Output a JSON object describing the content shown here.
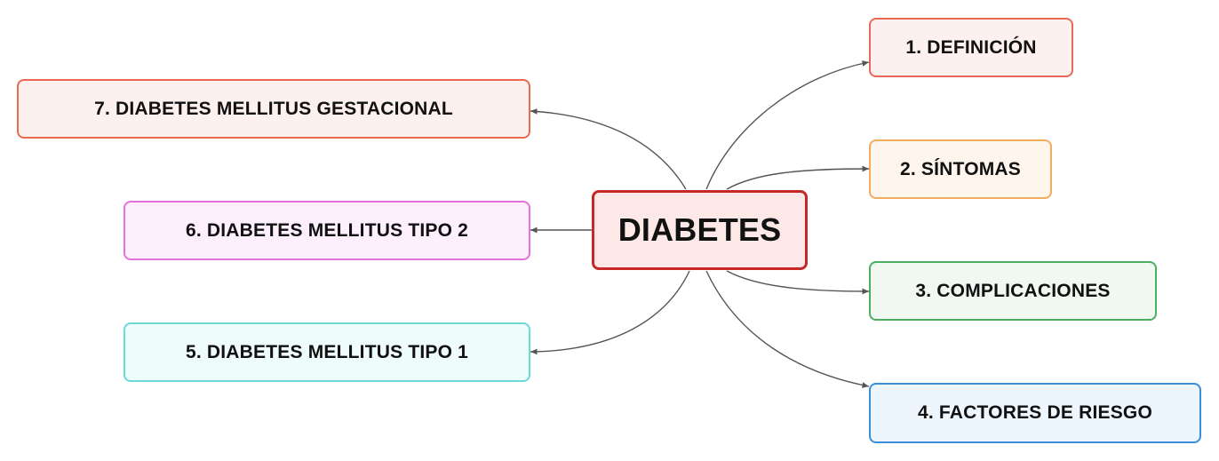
{
  "central": {
    "label": "DIABETES",
    "border_color": "#c62828",
    "fill_color": "#fde8e8"
  },
  "branches": [
    {
      "id": "definicion",
      "label": "1. DEFINICIÓN",
      "side": "right",
      "border_color": "#e8685a",
      "fill_color": "#fdf1ef"
    },
    {
      "id": "sintomas",
      "label": "2. SÍNTOMAS",
      "side": "right",
      "border_color": "#f2ac5e",
      "fill_color": "#fef6ec"
    },
    {
      "id": "complicaciones",
      "label": "3. COMPLICACIONES",
      "side": "right",
      "border_color": "#4caf5f",
      "fill_color": "#f0f8f1"
    },
    {
      "id": "factores",
      "label": "4. FACTORES DE RIESGO",
      "side": "right",
      "border_color": "#3b8fd6",
      "fill_color": "#eef6fd"
    },
    {
      "id": "tipo1",
      "label": "5. DIABETES MELLITUS TIPO 1",
      "side": "left",
      "border_color": "#6fd9d8",
      "fill_color": "#eefcfb"
    },
    {
      "id": "tipo2",
      "label": "6. DIABETES MELLITUS TIPO 2",
      "side": "left",
      "border_color": "#e472dc",
      "fill_color": "#fdf0fc"
    },
    {
      "id": "gestacional",
      "label": "7. DIABETES MELLITUS GESTACIONAL",
      "side": "left",
      "border_color": "#ea6a50",
      "fill_color": "#fdf1ee"
    }
  ],
  "connector_color": "#555555"
}
